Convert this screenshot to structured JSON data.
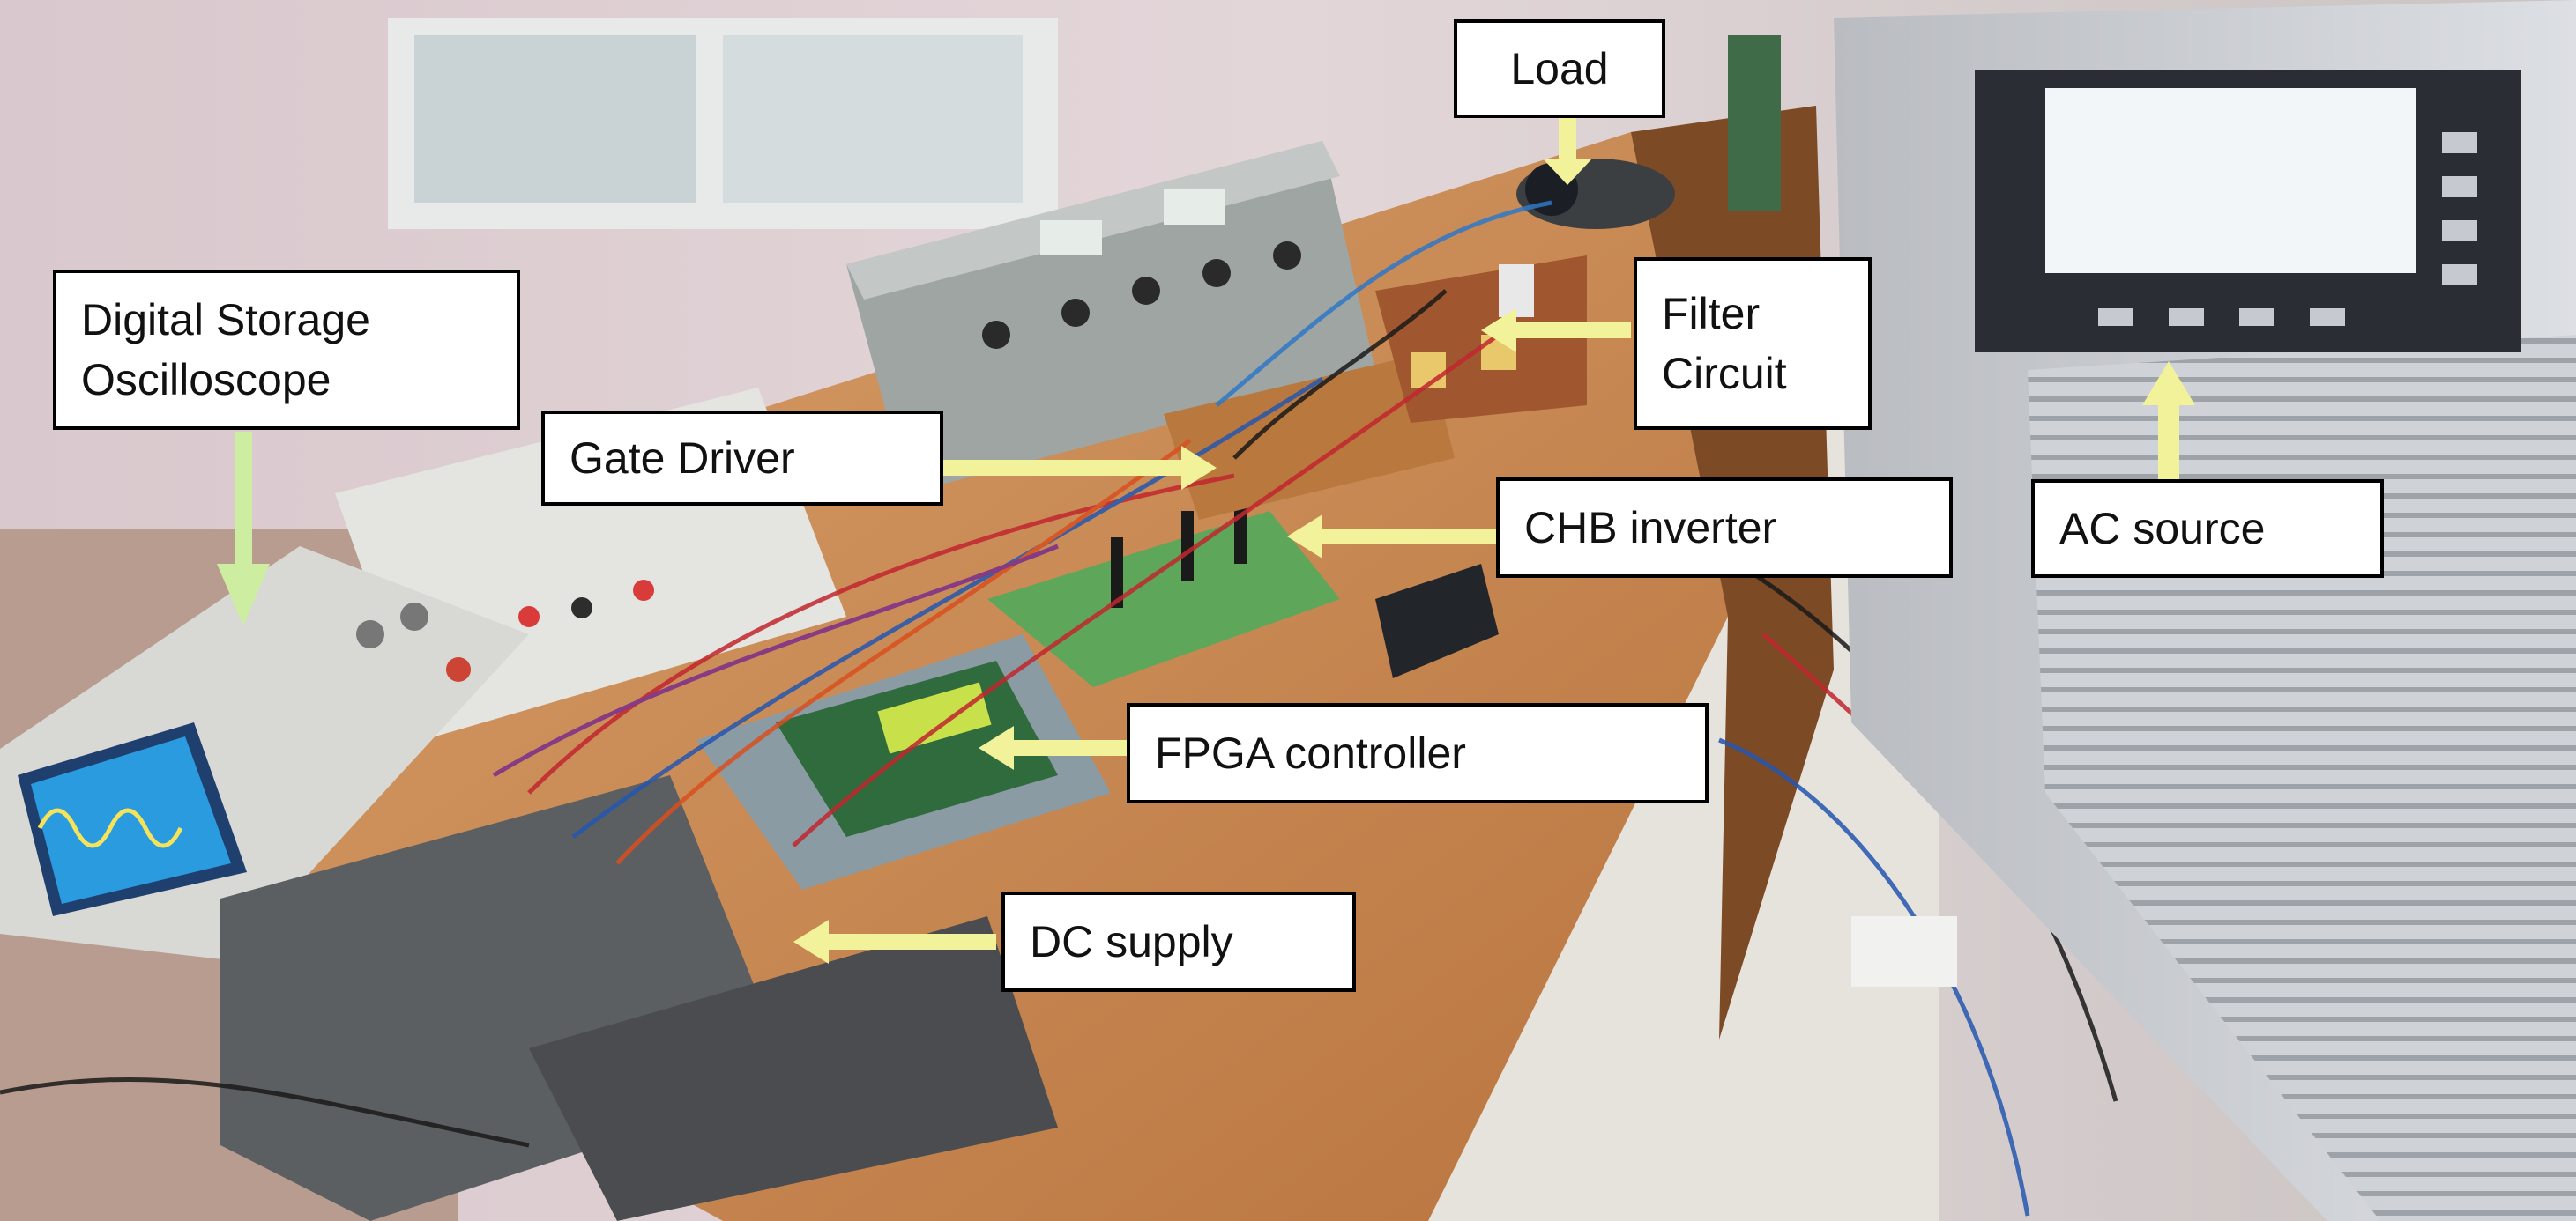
{
  "figure": {
    "labels": {
      "load": "Load",
      "filter_line1": "Filter",
      "filter_line2": "Circuit",
      "dso_line1": "Digital Storage",
      "dso_line2": "Oscilloscope",
      "gate_driver": "Gate Driver",
      "chb_inverter": "CHB inverter",
      "ac_source": "AC source",
      "fpga_controller": "FPGA controller",
      "dc_supply": "DC supply"
    },
    "colors": {
      "arrow": "#f2f29a",
      "arrow_green": "#cdeea0",
      "table": "#c98a52",
      "floor": "#e6e3dc",
      "rack": "#cfd2d6"
    }
  }
}
